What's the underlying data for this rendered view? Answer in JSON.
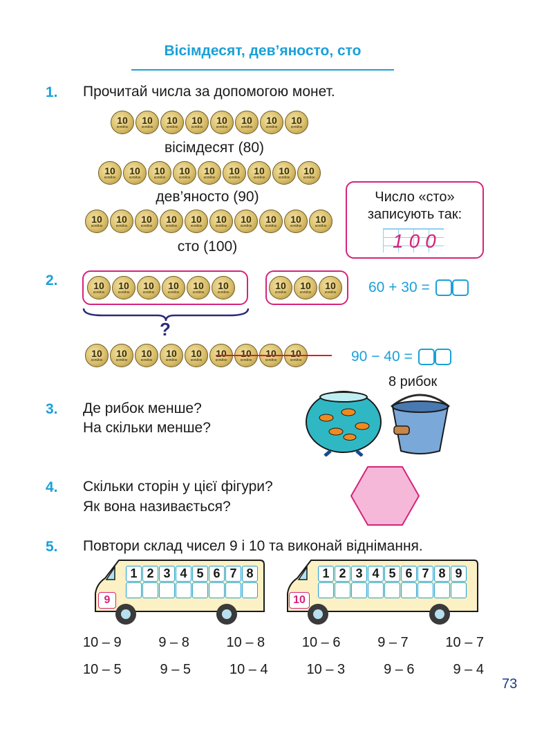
{
  "title": "Вісімдесят, дев’яносто, сто",
  "page_number": "73",
  "colors": {
    "accent": "#1aa0d8",
    "pink": "#d4237a",
    "coin": "#d9be6a"
  },
  "coin": {
    "value": "10",
    "unit": "копійок"
  },
  "task1": {
    "number": "1.",
    "text": "Прочитай числа за допомогою монет.",
    "rows": [
      {
        "caption": "вісімдесят (80)",
        "coins": 8
      },
      {
        "caption": "дев’яносто (90)",
        "coins": 9
      },
      {
        "caption": "сто (100)",
        "coins": 10
      }
    ],
    "note_line1": "Число «сто»",
    "note_line2": "записують так:",
    "note_value": "100"
  },
  "task2": {
    "number": "2.",
    "group1_coins": 6,
    "group2_coins": 3,
    "question": "?",
    "eq1": "60 + 30 =",
    "coins_total": 9,
    "coins_crossed": 4,
    "eq2": "90 − 40 ="
  },
  "task3": {
    "number": "3.",
    "line1": "Де рибок менше?",
    "line2": "На скільки менше?",
    "bucket_label": "8 рибок"
  },
  "task4": {
    "number": "4.",
    "line1": "Скільки сторін у цієї фігури?",
    "line2": "Як вона називається?"
  },
  "task5": {
    "number": "5.",
    "text": "Повтори склад чисел 9 і 10 та виконай віднімання.",
    "bus1": {
      "label": "9",
      "digits": [
        "1",
        "2",
        "3",
        "4",
        "5",
        "6",
        "7",
        "8"
      ]
    },
    "bus2": {
      "label": "10",
      "digits": [
        "1",
        "2",
        "3",
        "4",
        "5",
        "6",
        "7",
        "8",
        "9"
      ]
    },
    "row1": [
      "10 – 9",
      "9 – 8",
      "10 – 8",
      "10 – 6",
      "9 – 7",
      "10 – 7"
    ],
    "row2": [
      "10 – 5",
      "9 – 5",
      "10 – 4",
      "10 – 3",
      "9 – 6",
      "9 – 4"
    ]
  }
}
